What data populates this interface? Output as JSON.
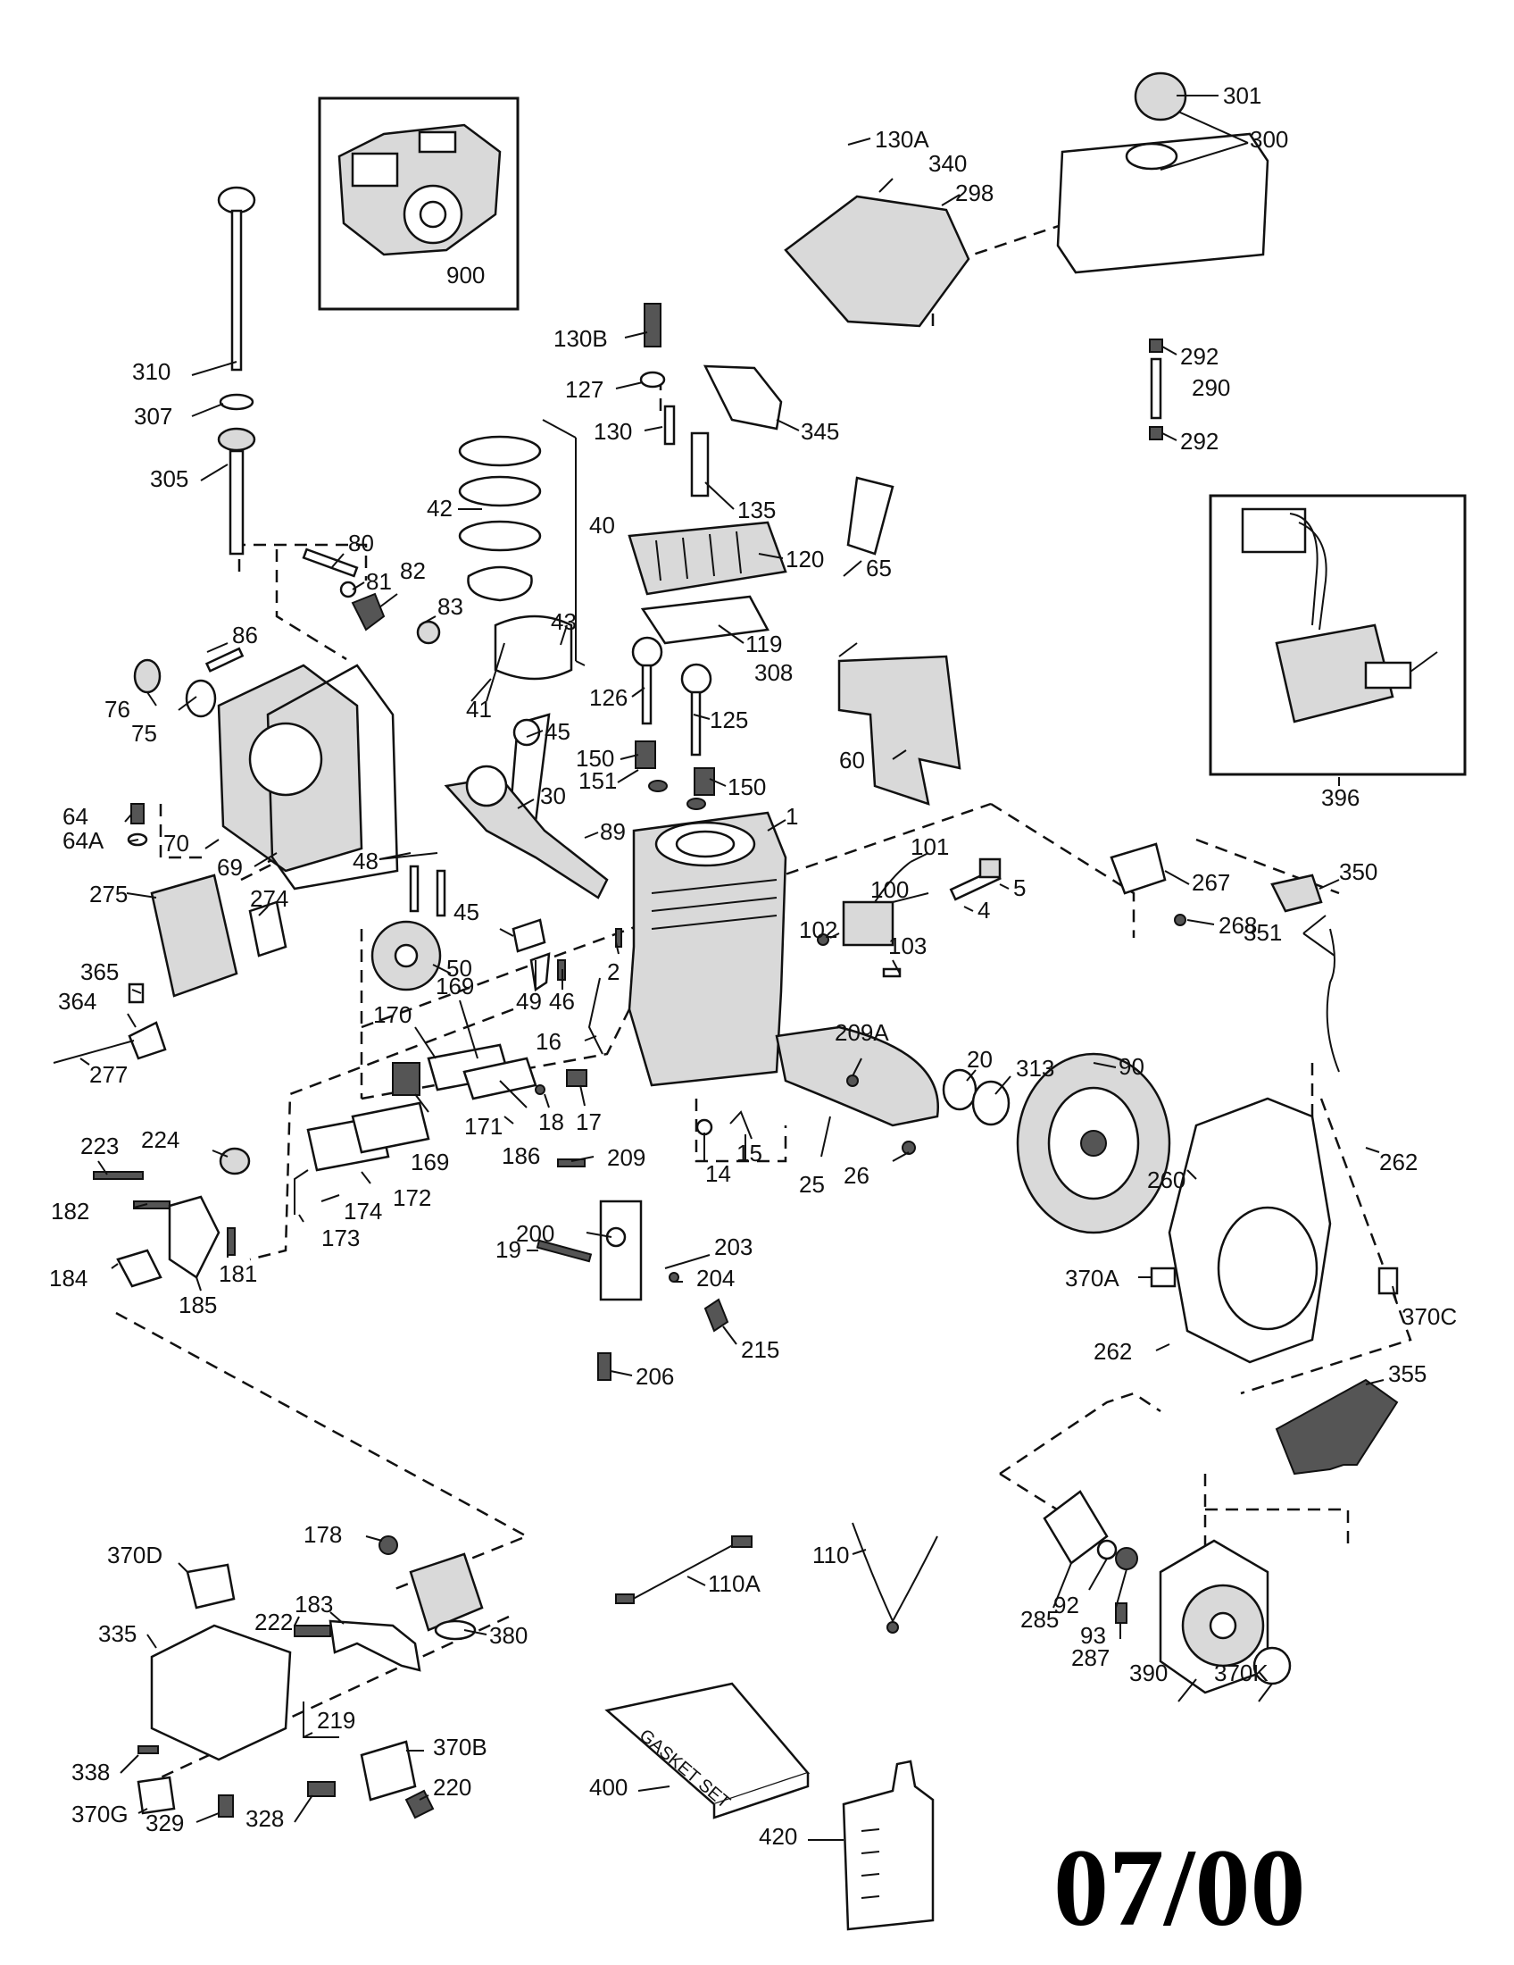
{
  "labels": {
    "301": "301",
    "300": "300",
    "130A": "130A",
    "340": "340",
    "298": "298",
    "900": "900",
    "310": "310",
    "307": "307",
    "305": "305",
    "130B": "130B",
    "127": "127",
    "130": "130",
    "345": "345",
    "292a": "292",
    "290": "290",
    "292b": "292",
    "135": "135",
    "42": "42",
    "40": "40",
    "120": "120",
    "80": "80",
    "81": "81",
    "82": "82",
    "65": "65",
    "83": "83",
    "43": "43",
    "119": "119",
    "86": "86",
    "308": "308",
    "76": "76",
    "75": "75",
    "41": "41",
    "126": "126",
    "125": "125",
    "45a": "45",
    "150a": "150",
    "151": "151",
    "150b": "150",
    "60": "60",
    "30": "30",
    "1": "1",
    "396": "396",
    "64": "64",
    "64A": "64A",
    "70": "70",
    "69": "69",
    "89": "89",
    "48": "48",
    "101": "101",
    "267": "267",
    "350": "350",
    "5": "5",
    "100": "100",
    "4": "4",
    "268": "268",
    "275": "275",
    "274": "274",
    "45b": "45",
    "50": "50",
    "102": "102",
    "103": "103",
    "351": "351",
    "365": "365",
    "364": "364",
    "2": "2",
    "49": "49",
    "46": "46",
    "169a": "169",
    "170": "170",
    "16": "16",
    "209A": "209A",
    "20": "20",
    "313": "313",
    "90": "90",
    "277": "277",
    "18": "18",
    "17": "17",
    "171": "171",
    "186": "186",
    "169b": "169",
    "262a": "262",
    "223": "223",
    "224": "224",
    "14": "14",
    "15": "15",
    "25": "25",
    "26": "26",
    "260": "260",
    "209": "209",
    "182": "182",
    "174": "174",
    "172": "172",
    "173": "173",
    "200": "200",
    "181": "181",
    "203": "203",
    "204": "204",
    "19": "19",
    "370A": "370A",
    "184": "184",
    "185": "185",
    "370C": "370C",
    "215": "215",
    "262b": "262",
    "206": "206",
    "355": "355",
    "178": "178",
    "370D": "370D",
    "183": "183",
    "110A": "110A",
    "110": "110",
    "335": "335",
    "222": "222",
    "380": "380",
    "285": "285",
    "92": "92",
    "93": "93",
    "287": "287",
    "390": "390",
    "370K": "370K",
    "219": "219",
    "370B": "370B",
    "338": "338",
    "220": "220",
    "370G": "370G",
    "329": "329",
    "328": "328",
    "400": "400",
    "420": "420"
  },
  "gasket_set_text": "GASKET SET",
  "date_code": "07/00"
}
